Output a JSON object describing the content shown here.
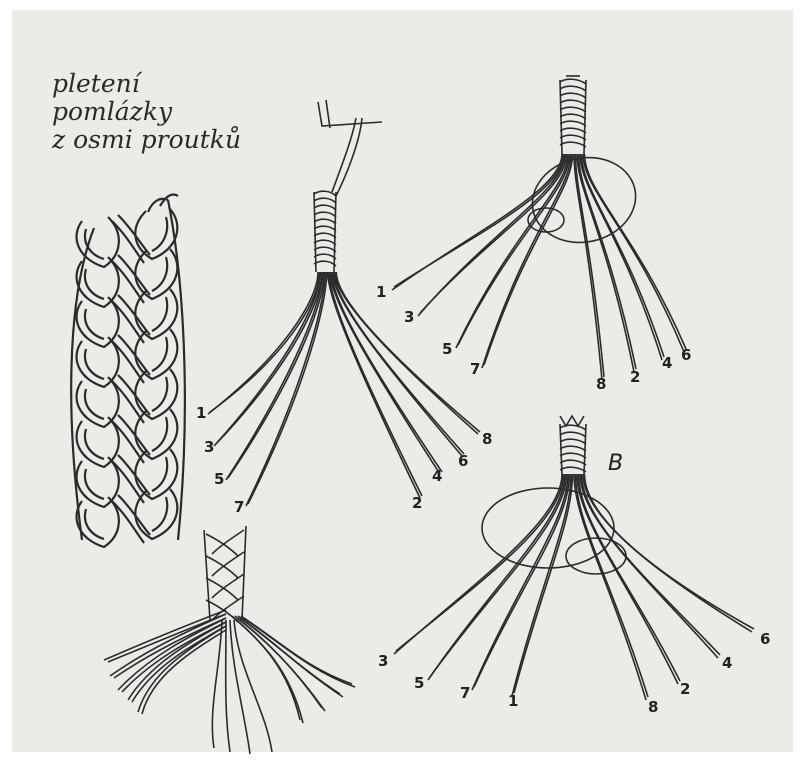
{
  "title_lines": [
    "pletení",
    "pomlázky",
    "z osmi proutků"
  ],
  "step_center_numbers": [
    "1",
    "3",
    "5",
    "7",
    "2",
    "4",
    "6",
    "8"
  ],
  "step_top_right_numbers": [
    "1",
    "3",
    "5",
    "7",
    "8",
    "2",
    "4",
    "6"
  ],
  "step_bottom_right_label": "B",
  "step_bottom_right_numbers": [
    "3",
    "5",
    "7",
    "1",
    "8",
    "2",
    "4",
    "6"
  ],
  "ink_color": "#2b2b2b",
  "paper_color": "#ecebe7"
}
